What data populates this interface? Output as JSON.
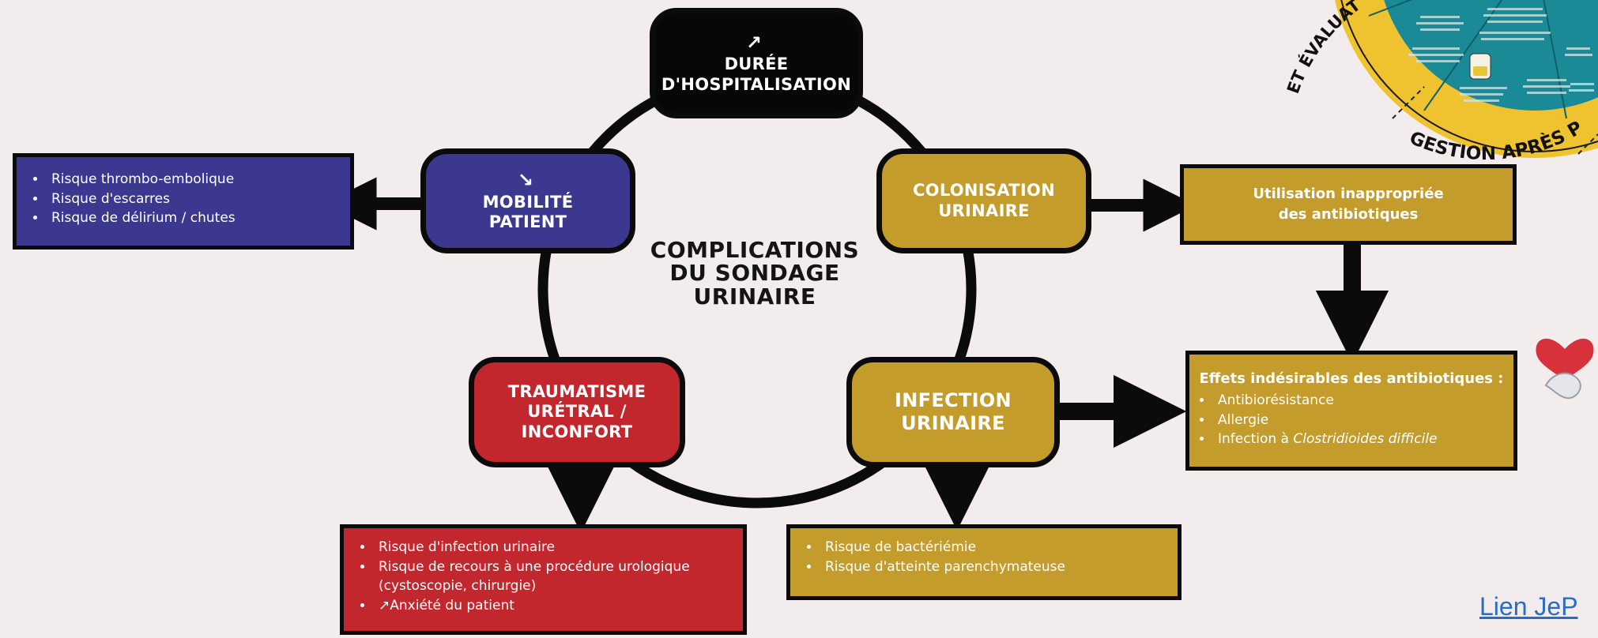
{
  "diagram": {
    "center_title": [
      "COMPLICATIONS",
      "DU SONDAGE",
      "URINAIRE"
    ],
    "nodes": {
      "duree": {
        "icon": "arrow-up-right-icon",
        "lines": [
          "DURÉE",
          "D'HOSPITALISATION"
        ]
      },
      "mobilite": {
        "icon": "arrow-down-right-icon",
        "lines": [
          "MOBILITÉ",
          "PATIENT"
        ]
      },
      "colonisation": {
        "lines": [
          "COLONISATION",
          "URINAIRE"
        ]
      },
      "infection": {
        "lines": [
          "INFECTION",
          "URINAIRE"
        ]
      },
      "traumatisme": {
        "lines": [
          "TRAUMATISME",
          "URÉTRAL /",
          "INCONFORT"
        ]
      }
    },
    "boxes": {
      "mobilite_risks": [
        "Risque thrombo-embolique",
        "Risque d'escarres",
        "Risque de délirium / chutes"
      ],
      "antibiotiques": [
        "Utilisation inappropriée",
        "des antibiotiques"
      ],
      "effets": {
        "title": "Effets indésirables des antibiotiques :",
        "items": [
          "Antibiorésistance",
          "Allergie"
        ],
        "item3_prefix": "Infection à ",
        "item3_italic": "Clostridioides difficile"
      },
      "trauma_risks": {
        "item1": "Risque d'infection urinaire",
        "item2": "Risque de recours à une procédure urologique (cystoscopie, chirurgie)",
        "item3": "Anxiété du patient",
        "item3_icon": "arrow-up-right-icon"
      },
      "infection_risks": [
        "Risque de bactériémie",
        "Risque d'atteinte parenchymateuse"
      ]
    },
    "wheel": {
      "label_left": "ET ÉVALUATION",
      "label_bottom": "GESTION APRÈS POSE"
    },
    "link_text": "Lien JeP",
    "colors": {
      "background": "#f3ecec",
      "blue": "#3c3890",
      "gold": "#c39c2c",
      "red": "#c3272e",
      "black": "#070707",
      "link": "#2a6cc4"
    }
  }
}
